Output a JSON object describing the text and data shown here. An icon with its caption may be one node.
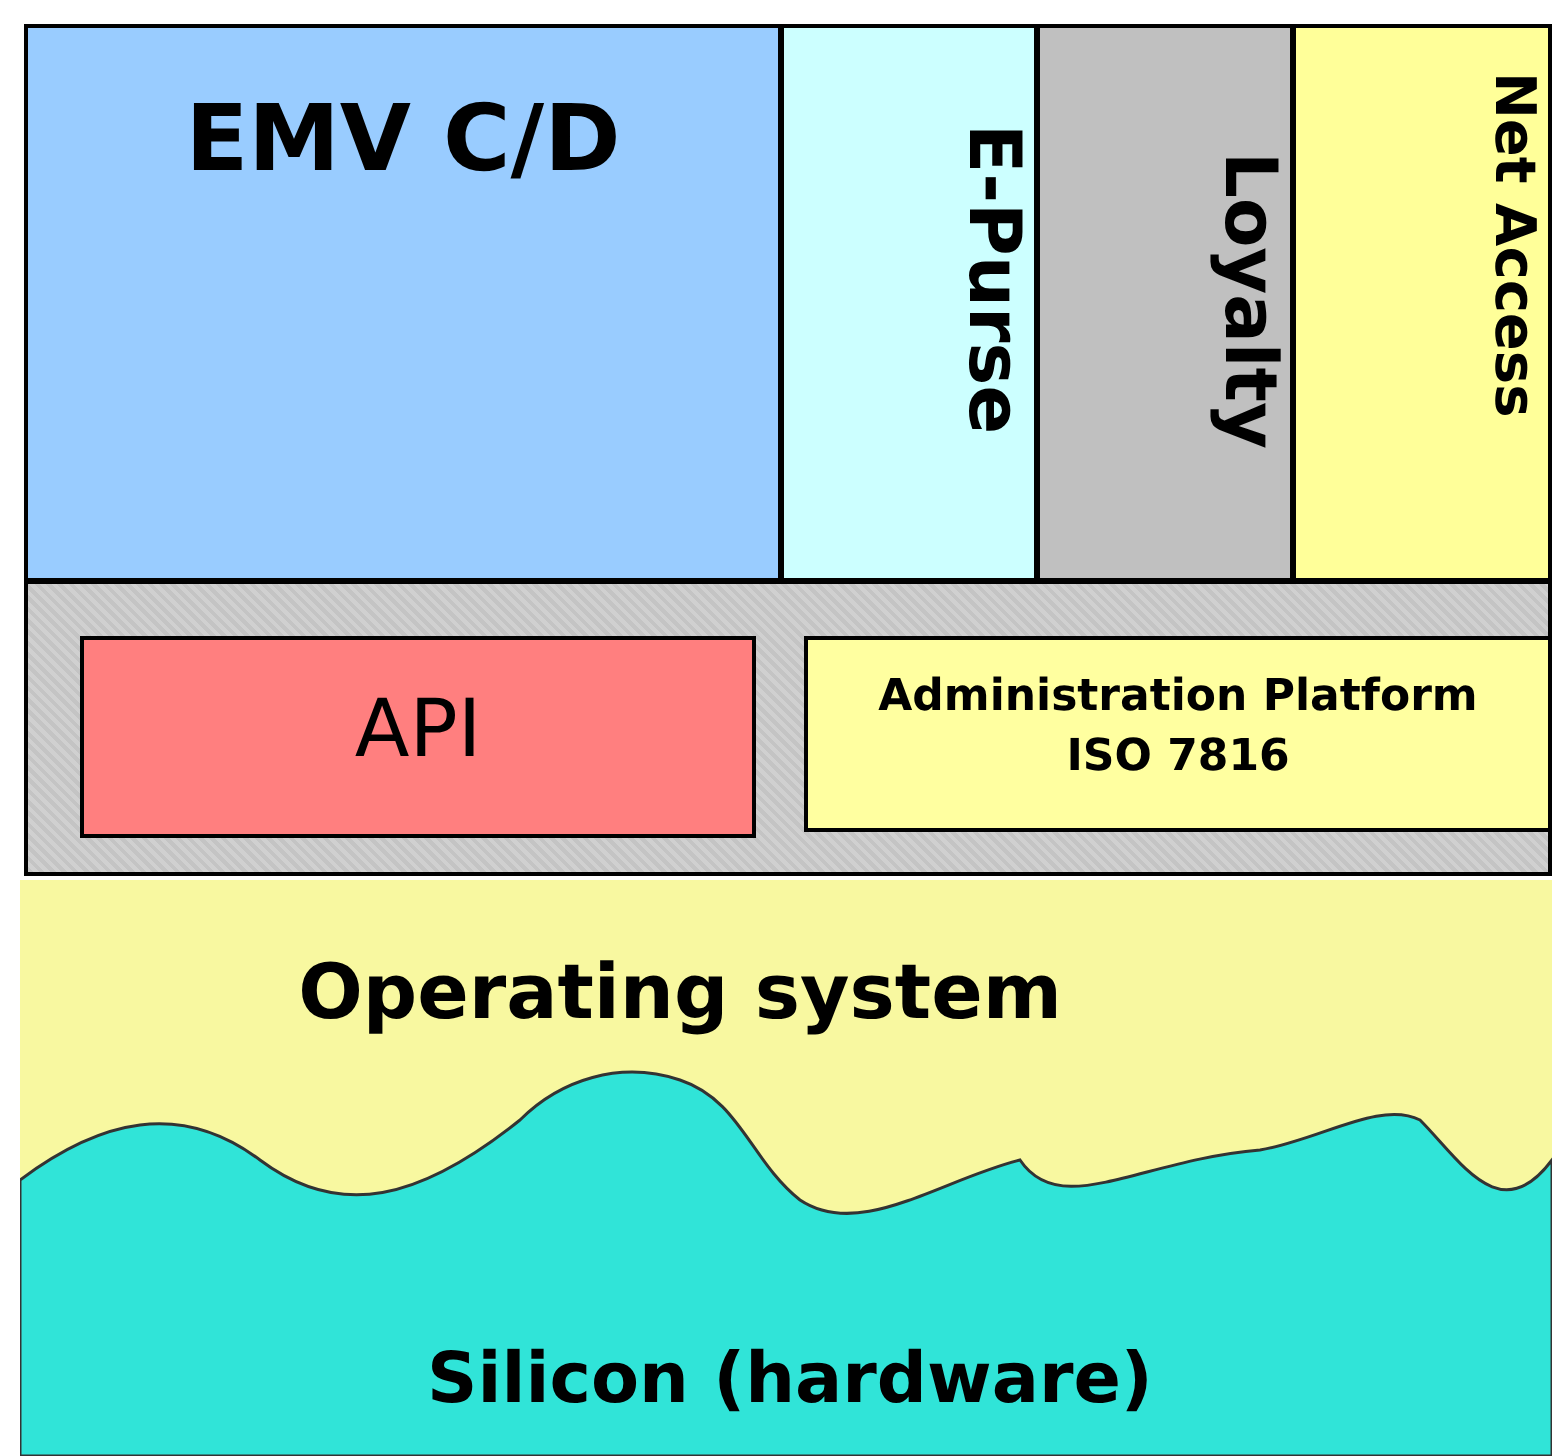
{
  "diagram": {
    "nodes": [
      {
        "text": [
          "EMV C/D"
        ]
      },
      {
        "text": [
          "E-Purse"
        ]
      },
      {
        "text": [
          "Loyalty"
        ]
      },
      {
        "text": [
          "Net Access"
        ]
      },
      {
        "text": [],
        "shape": "box"
      },
      {
        "text": [
          "API"
        ],
        "in": 4
      },
      {
        "text": [
          "Administration Platform ISO 7816"
        ],
        "in": 4
      },
      {
        "text": [
          "Operating system"
        ]
      },
      {
        "text": [
          "Silicon (hardware)"
        ],
        "in": 7
      }
    ]
  }
}
